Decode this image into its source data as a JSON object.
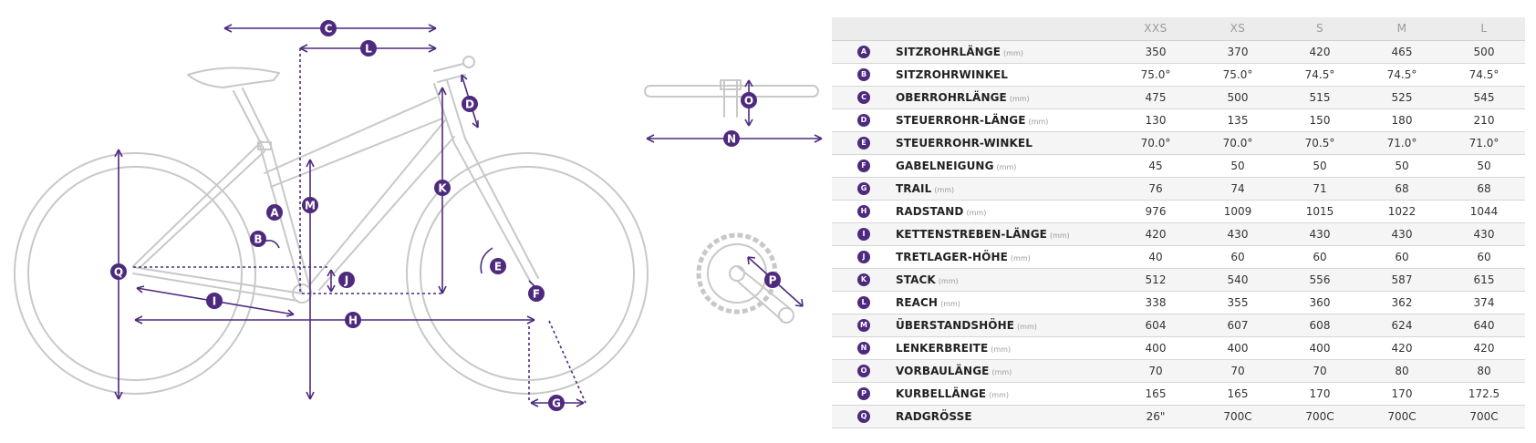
{
  "table": {
    "sizes": [
      "XXS",
      "XS",
      "S",
      "M",
      "L"
    ],
    "rows": [
      {
        "letter": "A",
        "name": "SITZROHRLÄNGE",
        "unit": "(mm)",
        "values": [
          "350",
          "370",
          "420",
          "465",
          "500"
        ]
      },
      {
        "letter": "B",
        "name": "SITZROHRWINKEL",
        "unit": "",
        "values": [
          "75.0°",
          "75.0°",
          "74.5°",
          "74.5°",
          "74.5°"
        ]
      },
      {
        "letter": "C",
        "name": "OBERROHRLÄNGE",
        "unit": "(mm)",
        "values": [
          "475",
          "500",
          "515",
          "525",
          "545"
        ]
      },
      {
        "letter": "D",
        "name": "STEUERROHR-LÄNGE",
        "unit": "(mm)",
        "values": [
          "130",
          "135",
          "150",
          "180",
          "210"
        ]
      },
      {
        "letter": "E",
        "name": "STEUERROHR-WINKEL",
        "unit": "",
        "values": [
          "70.0°",
          "70.0°",
          "70.5°",
          "71.0°",
          "71.0°"
        ]
      },
      {
        "letter": "F",
        "name": "GABELNEIGUNG",
        "unit": "(mm)",
        "values": [
          "45",
          "50",
          "50",
          "50",
          "50"
        ]
      },
      {
        "letter": "G",
        "name": "TRAIL",
        "unit": "(mm)",
        "values": [
          "76",
          "74",
          "71",
          "68",
          "68"
        ]
      },
      {
        "letter": "H",
        "name": "RADSTAND",
        "unit": "(mm)",
        "values": [
          "976",
          "1009",
          "1015",
          "1022",
          "1044"
        ]
      },
      {
        "letter": "I",
        "name": "KETTENSTREBEN-LÄNGE",
        "unit": "(mm)",
        "values": [
          "420",
          "430",
          "430",
          "430",
          "430"
        ]
      },
      {
        "letter": "J",
        "name": "TRETLAGER-HÖHE",
        "unit": "(mm)",
        "values": [
          "40",
          "60",
          "60",
          "60",
          "60"
        ]
      },
      {
        "letter": "K",
        "name": "STACK",
        "unit": "(mm)",
        "values": [
          "512",
          "540",
          "556",
          "587",
          "615"
        ]
      },
      {
        "letter": "L",
        "name": "REACH",
        "unit": "(mm)",
        "values": [
          "338",
          "355",
          "360",
          "362",
          "374"
        ]
      },
      {
        "letter": "M",
        "name": "ÜBERSTANDSHÖHE",
        "unit": "(mm)",
        "values": [
          "604",
          "607",
          "608",
          "624",
          "640"
        ]
      },
      {
        "letter": "N",
        "name": "LENKERBREITE",
        "unit": "(mm)",
        "values": [
          "400",
          "400",
          "400",
          "420",
          "420"
        ]
      },
      {
        "letter": "O",
        "name": "VORBAULÄNGE",
        "unit": "(mm)",
        "values": [
          "70",
          "70",
          "70",
          "80",
          "80"
        ]
      },
      {
        "letter": "P",
        "name": "KURBELLÄNGE",
        "unit": "(mm)",
        "values": [
          "165",
          "165",
          "170",
          "170",
          "172.5"
        ]
      },
      {
        "letter": "Q",
        "name": "RADGRÖSSE",
        "unit": "",
        "values": [
          "26\"",
          "700C",
          "700C",
          "700C",
          "700C"
        ]
      }
    ]
  },
  "colors": {
    "accent": "#4e2a7e",
    "bike_outline": "#c8c8c8",
    "header_bg": "#ececec",
    "row_alt_bg": "#f5f5f5"
  }
}
